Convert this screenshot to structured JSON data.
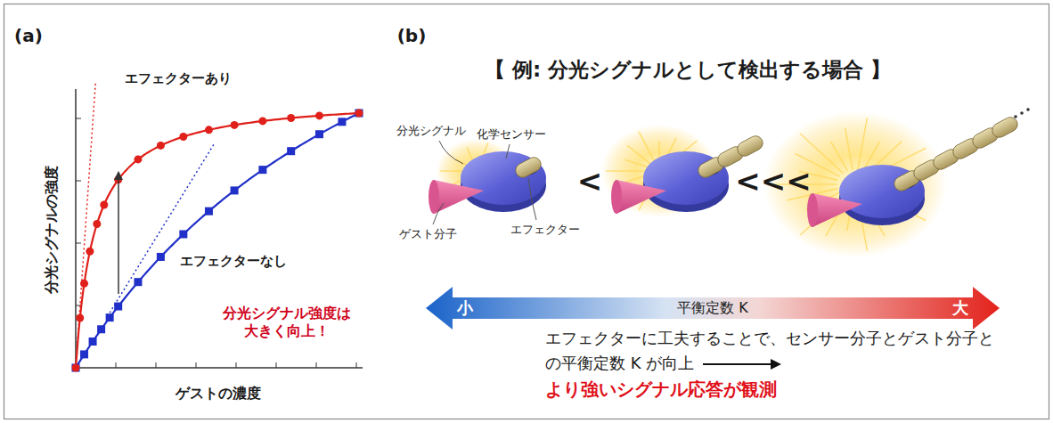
{
  "diagram": {
    "labels": [
      "(a)",
      "エフェクターあり",
      "エフェクターなし",
      "分光シグナルの強度",
      "ゲストの濃度",
      "分光シグナル強度は 大きく向上！",
      "(b)",
      "【 例: 分光シグナルとして検出する場合 】",
      "分光シグナル",
      "化学センサー",
      "エフェクター",
      "ゲスト分子",
      "<",
      "<<<",
      "小",
      "平衡定数 K",
      "大",
      "エフェクターに工夫することで、センサー分子とゲスト分子との平衡定数 K が向上",
      "より強いシグナル応答が観測"
    ]
  }
}
